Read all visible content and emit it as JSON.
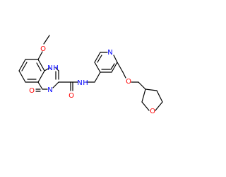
{
  "molecule": {
    "atoms": {
      "o_methoxy": "O",
      "nh_ring": "N",
      "h_ring": "H",
      "n_ring": "N",
      "o_carbonyl": "O",
      "nh_amide_n": "N",
      "nh_amide_h": "H",
      "n_pyridine": "N",
      "o_ether": "O",
      "o_thf": "O"
    },
    "colors": {
      "bond": "#000000",
      "oxygen": "#ff0000",
      "nitrogen": "#0000ff"
    }
  }
}
